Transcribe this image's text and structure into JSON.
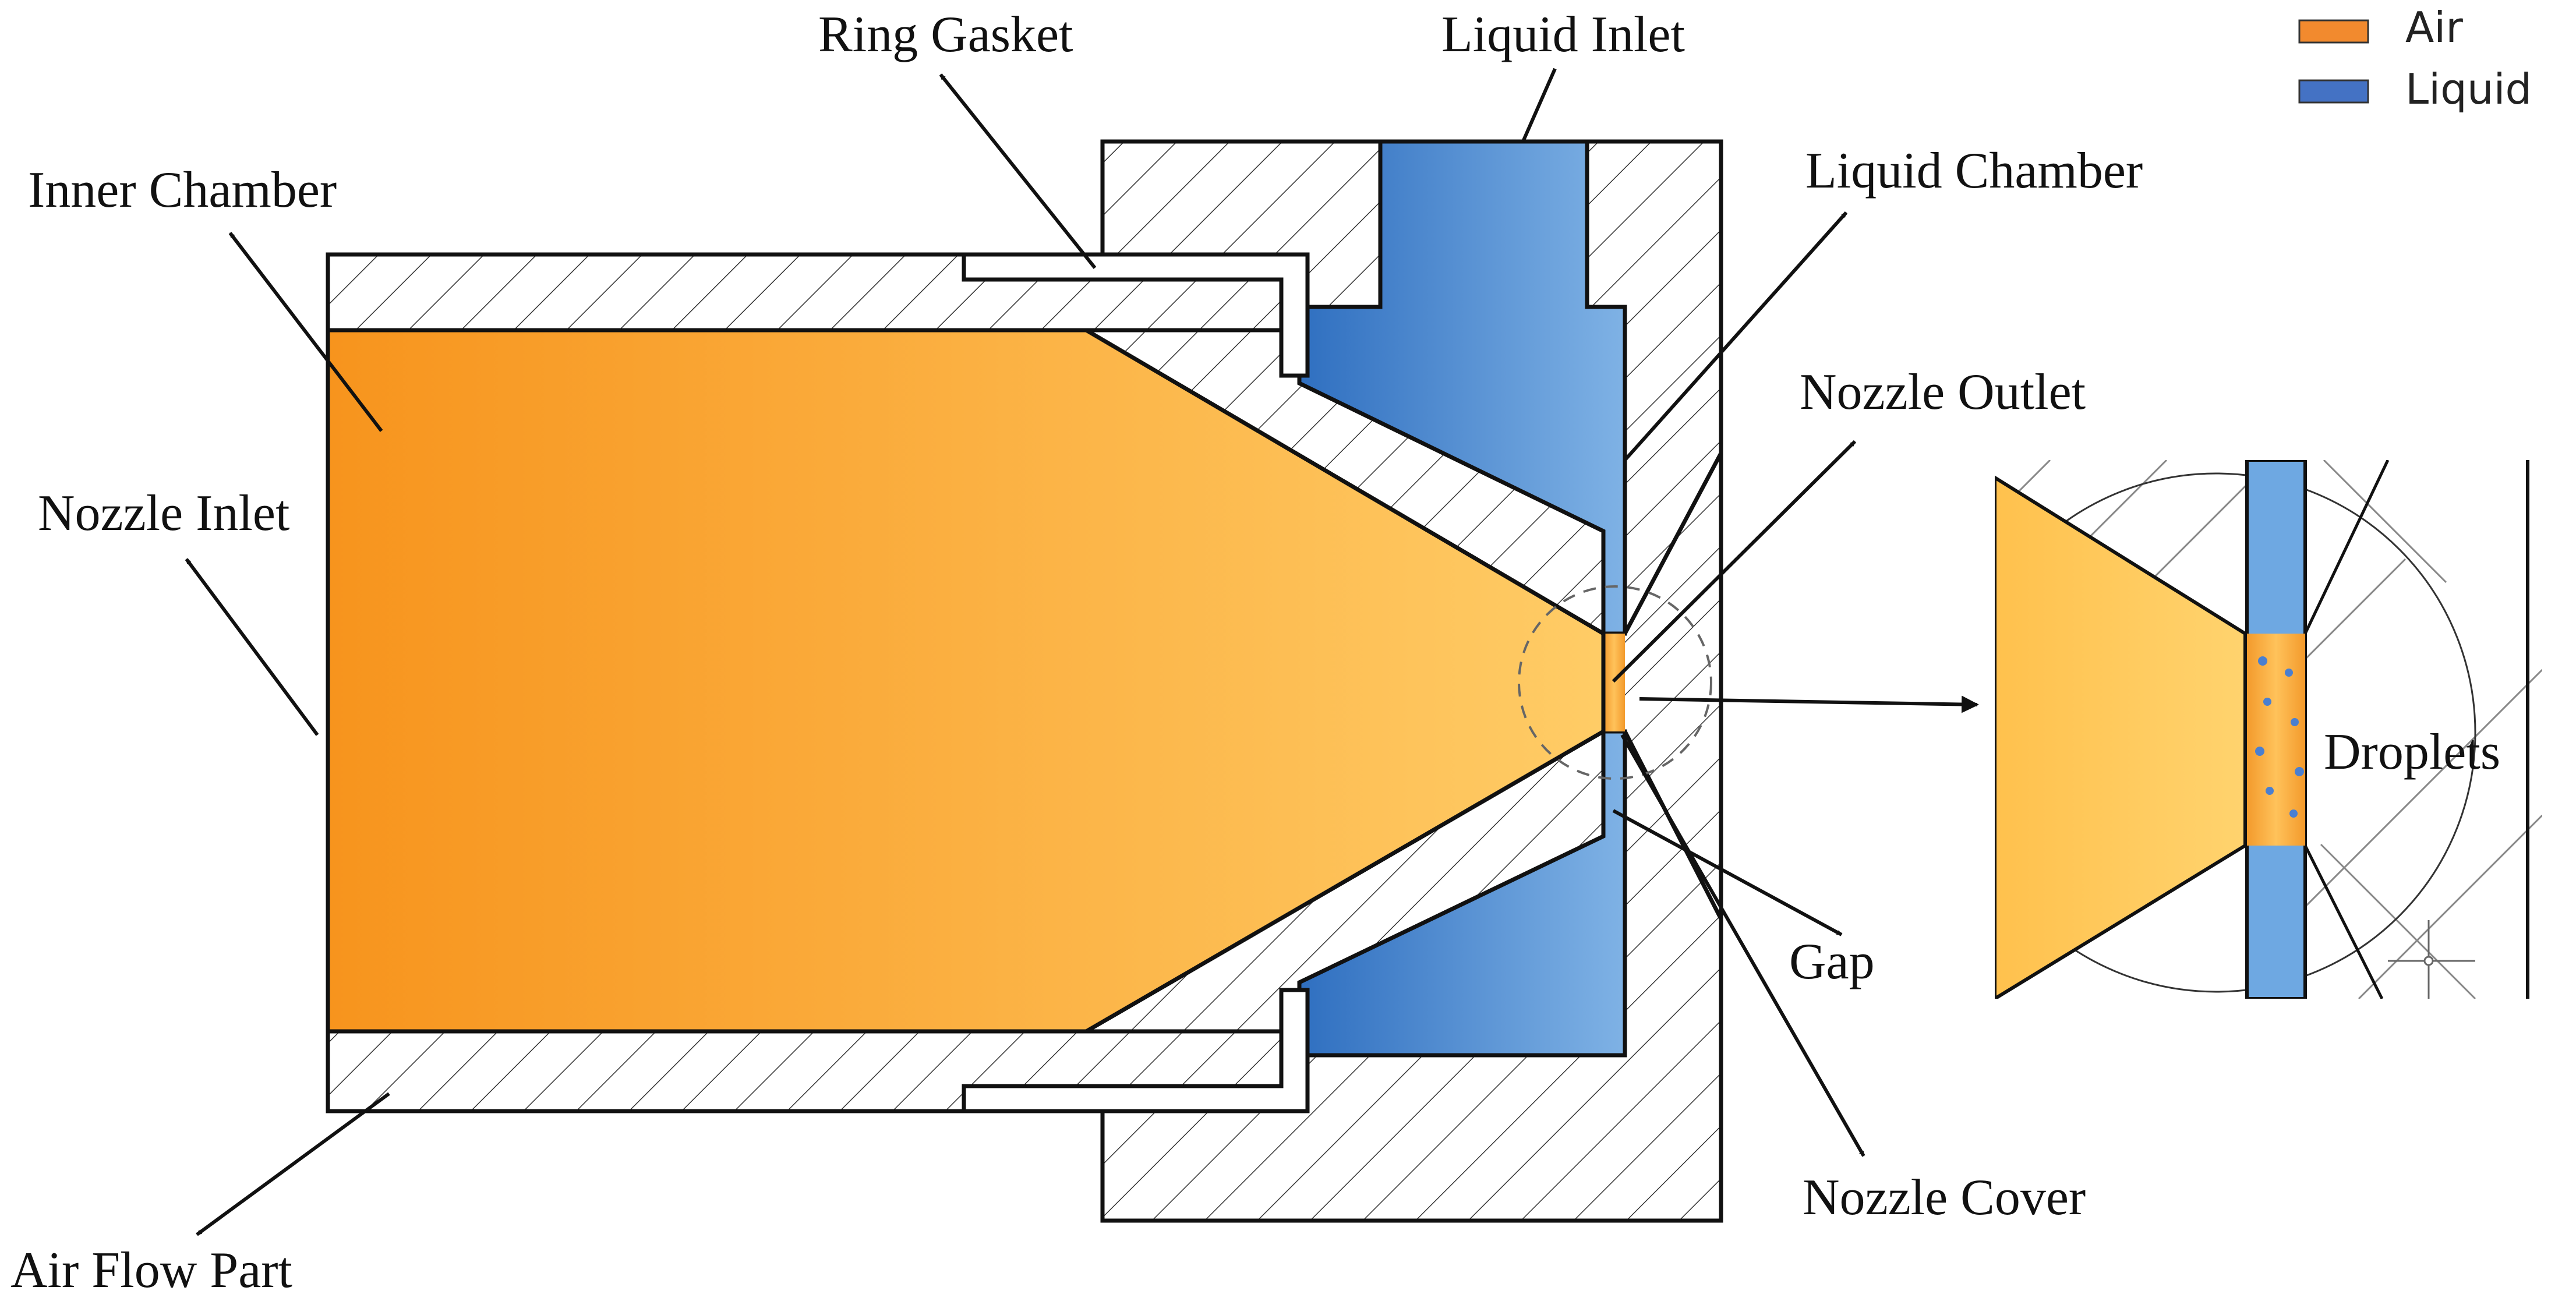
{
  "legend": {
    "items": [
      {
        "label": "Air",
        "color": "#F28A2E"
      },
      {
        "label": "Liquid",
        "color": "#4472C4"
      }
    ]
  },
  "labels": {
    "ring_gasket": "Ring Gasket",
    "liquid_inlet": "Liquid Inlet",
    "inner_chamber": "Inner Chamber",
    "liquid_chamber": "Liquid Chamber",
    "nozzle_outlet": "Nozzle Outlet",
    "nozzle_inlet": "Nozzle Inlet",
    "droplets": "Droplets",
    "gap": "Gap",
    "nozzle_cover": "Nozzle Cover",
    "air_flow_part": "Air Flow Part"
  },
  "colors": {
    "air_dark": "#F7941D",
    "air_light": "#FFCC66",
    "liquid_dark": "#2F6FC0",
    "liquid_light": "#7FB2E5",
    "outline": "#111111",
    "hatch": "#333333",
    "droplet": "#4A7FD0"
  }
}
